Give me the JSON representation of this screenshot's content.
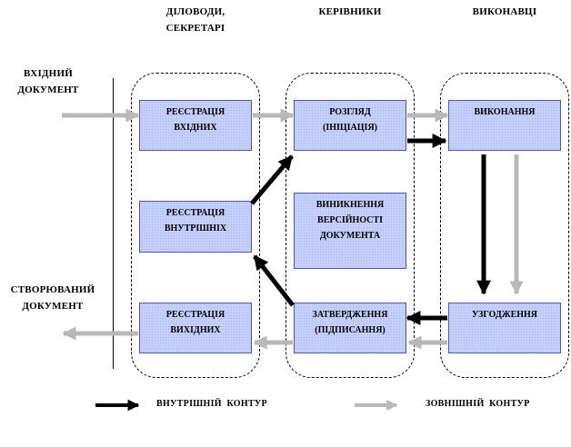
{
  "columns": {
    "clerks": [
      "ДІЛОВОДИ,",
      "СЕКРЕТАРІ"
    ],
    "managers": "КЕРІВНИКИ",
    "executors": "ВИКОНАВЦІ"
  },
  "side_labels": {
    "incoming": [
      "ВХІДНИЙ",
      "ДОКУМЕНТ"
    ],
    "created": [
      "СТВОРЮВАНИЙ",
      "ДОКУМЕНТ"
    ]
  },
  "boxes": {
    "reg_incoming": [
      "РЕЄСТРАЦІЯ",
      "ВХІДНИХ"
    ],
    "reg_internal": [
      "РЕЄСТРАЦІЯ",
      "ВНУТРІШНІХ"
    ],
    "reg_outgoing": [
      "РЕЄСТРАЦІЯ",
      "ВИХІДНИХ"
    ],
    "review": [
      "РОЗГЛЯД",
      "(ІНІЦІАЦІЯ)"
    ],
    "versioning": [
      "ВИНИКНЕННЯ",
      "ВЕРСІЙНОСТІ",
      "ДОКУМЕНТА"
    ],
    "approval": [
      "ЗАТВЕРДЖЕННЯ",
      "(ПІДПИСАННЯ)"
    ],
    "execution": [
      "ВИКОНАННЯ"
    ],
    "coordination": [
      "УЗГОДЖЕННЯ"
    ]
  },
  "legend": {
    "internal": "ВНУТРІШНІЙ  КОНТУР",
    "external": "ЗОВНІШНІЙ  КОНТУР"
  },
  "colors": {
    "internal_arrow": "#000000",
    "external_arrow": "#b8b8b8",
    "box_fill": "#c4cffc",
    "box_border": "#5656a8"
  }
}
